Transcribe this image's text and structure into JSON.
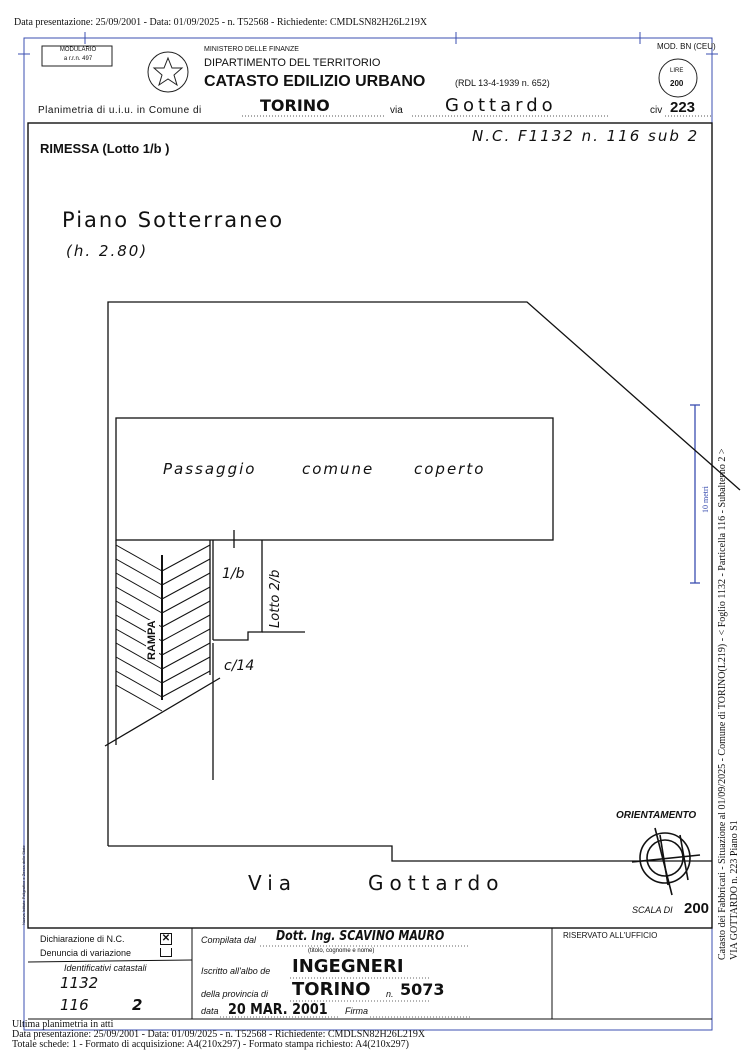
{
  "overlay": {
    "top_line": "Data presentazione: 25/09/2001 - Data: 01/09/2025 - n. T52568 - Richiedente: CMDLSN82H26L219X",
    "bottom_line1": "Ultima planimetria in atti",
    "bottom_line2": "Data presentazione: 25/09/2001 - Data: 01/09/2025 - n. T52568 - Richiedente: CMDLSN82H26L219X",
    "bottom_line3": "Totale schede: 1 - Formato di acquisizione: A4(210x297) - Formato stampa richiesto: A4(210x297)",
    "side_line1": "Catasto dei Fabbricati - Situazione al 01/09/2025 - Comune di TORINO(L219) - < Foglio 1132 - Particella 116 - Subalterno 2 >",
    "side_line2": "VIA GOTTARDO n. 223 Piano S1",
    "scale_bar_label": "10 metri",
    "accent_color": "#3b4fb0"
  },
  "header": {
    "modulario": "MODULARIO",
    "modulario_num": "a r.r.n. 497",
    "ministry": "MINISTERO DELLE FINANZE",
    "department": "DIPARTIMENTO DEL TERRITORIO",
    "title": "CATASTO EDILIZIO URBANO",
    "law": "(RDL 13-4-1939 n. 652)",
    "mod": "MOD. BN (CEU)",
    "stamp_currency": "LIRE",
    "stamp_value": "200",
    "plan_label": "Planimetria di u.i.u. in Comune di",
    "comune": "TORINO",
    "via_label": "via",
    "via": "Gottardo",
    "civ_label": "civ",
    "civ": "223"
  },
  "plan": {
    "unit_title": "RIMESSA (Lotto 1/b )",
    "reference": "N.C. F1132 n. 116 sub 2",
    "floor": "Piano Sotterraneo",
    "height": "(h. 2.80)",
    "passage": [
      "Passaggio",
      "comune",
      "coperto"
    ],
    "lot_1b": "1/b",
    "lot_2b": "Lotto 2/b",
    "ramp": "RAMPA",
    "c14": "c/14",
    "street": [
      "Via",
      "Gottardo"
    ],
    "orientation_label": "ORIENTAMENTO",
    "scale_label": "SCALA DI",
    "scale_value": "200",
    "printer_note": "Nuova Istituto Poligrafico e Zecca dello Stato"
  },
  "footer": {
    "declaration_nc": "Dichiarazione di N.C.",
    "declaration_nc_checked": true,
    "variation": "Denuncia di variazione",
    "variation_checked": false,
    "identifiers_label": "Identificativi catastali",
    "foglio": "1132",
    "numero": "116",
    "sub": "2",
    "compiled_label": "Compilata dal",
    "compiled_by": "Dott. Ing. SCAVINO MAURO",
    "compiled_hint": "(titolo, cognome e nome)",
    "albo_label": "Iscritto all'albo de",
    "albo": "INGEGNERI",
    "province_label": "della provincia di",
    "province": "TORINO",
    "reg_number": "5073",
    "n_label": "n.",
    "date_label": "data",
    "date": "20 MAR. 2001",
    "signature_label": "Firma",
    "reserved": "RISERVATO ALL'UFFICIO"
  }
}
